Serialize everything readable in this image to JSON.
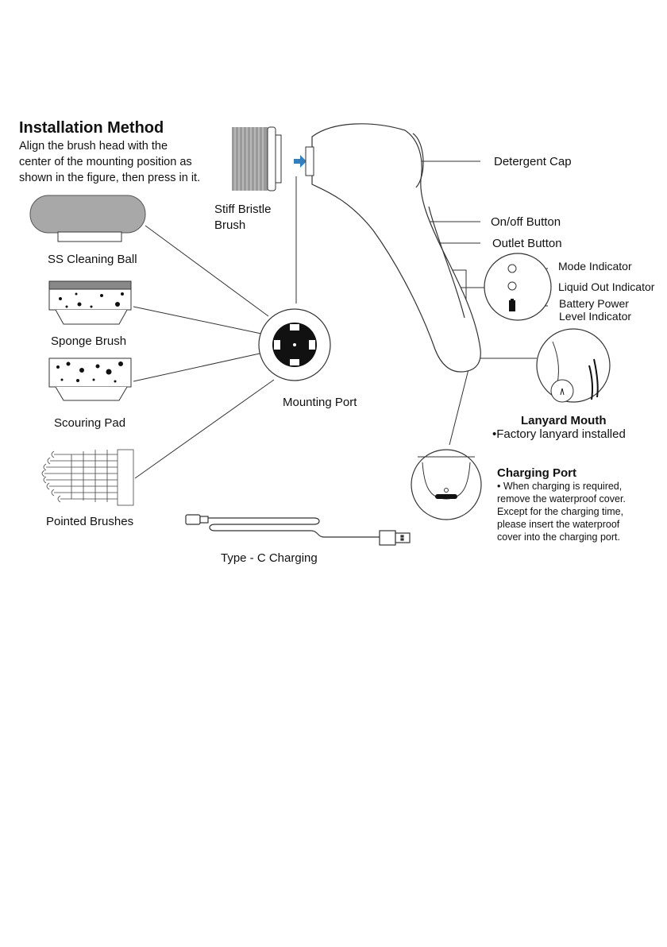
{
  "installation": {
    "title": "Installation Method",
    "lines": [
      "Align the brush head with the",
      "center of the mounting position as",
      "shown in the figure, then press in it."
    ]
  },
  "labels": {
    "stiff_bristle": [
      "Stiff Bristle",
      "Brush"
    ],
    "ss_ball": "SS Cleaning Ball",
    "sponge": "Sponge Brush",
    "scouring": "Scouring Pad",
    "pointed": "Pointed Brushes",
    "mounting_port": "Mounting Port",
    "type_c": "Type - C  Charging",
    "detergent_cap": "Detergent Cap",
    "onoff": "On/off Button",
    "outlet": "Outlet Button",
    "mode": "Mode Indicator",
    "liquid": "Liquid Out Indicator",
    "battery": [
      "Battery Power",
      "Level Indicator"
    ]
  },
  "lanyard": {
    "title": "Lanyard Mouth",
    "note": "•Factory lanyard installed"
  },
  "charging": {
    "title": "Charging Port",
    "lines": [
      "• When charging is required,",
      "remove the waterproof cover.",
      "Except for the charging time,",
      "please insert the waterproof",
      "cover into the charging port."
    ]
  },
  "colors": {
    "arrow": "#2f7fc1",
    "brush_gray": "#a8a8a8",
    "line": "#333333"
  }
}
